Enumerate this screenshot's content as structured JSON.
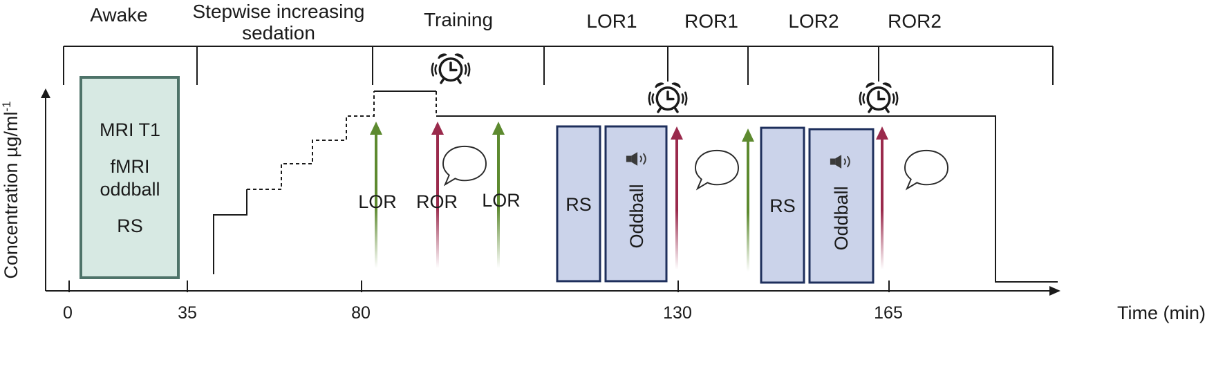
{
  "phases": [
    {
      "lines": [
        "Awake"
      ]
    },
    {
      "lines": [
        "Stepwise increasing",
        "sedation"
      ]
    },
    {
      "lines": [
        "Training"
      ]
    },
    {
      "lines": [
        "LOR1"
      ]
    },
    {
      "lines": [
        "ROR1"
      ]
    },
    {
      "lines": [
        "LOR2"
      ]
    },
    {
      "lines": [
        "ROR2"
      ]
    }
  ],
  "y_axis_label": "Concentration µg/ml",
  "y_axis_label_sup": "-1",
  "x_axis_label": "Time (min)",
  "ticks": [
    "0",
    "35",
    "80",
    "130",
    "165"
  ],
  "awake_box": {
    "lines": [
      "MRI T1",
      "fMRI",
      "oddball",
      "RS"
    ]
  },
  "blocks": [
    "RS",
    "Oddball",
    "RS",
    "Oddball"
  ],
  "arrow_labels": [
    "LOR",
    "ROR",
    "LOR"
  ],
  "colors": {
    "awake_fill": "#d7e9e3",
    "awake_border": "#4e7369",
    "block_fill": "#cbd3ea",
    "block_border": "#1e2f5c",
    "lor_arrow": "#5d8a2f",
    "ror_arrow": "#9a2a4c",
    "line": "#1a1a1a"
  },
  "icons": [
    "alarm-clock-icon",
    "speaker-icon",
    "speech-bubble-icon"
  ]
}
